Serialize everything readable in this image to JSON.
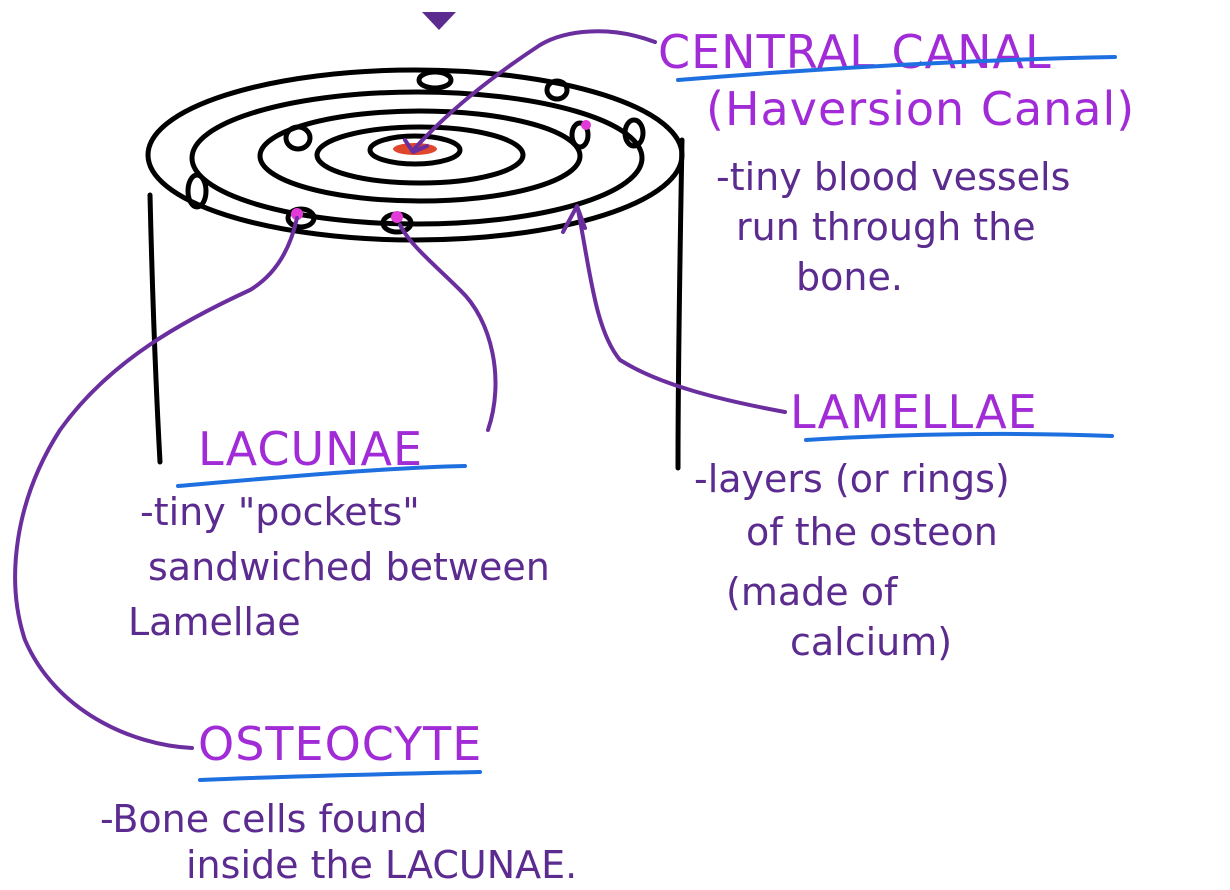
{
  "colors": {
    "ink": "#000000",
    "heading": "#a12bd6",
    "note": "#5b2b8f",
    "leader": "#6a2e9e",
    "underline": "#1e6fe0",
    "dot": "#e23ad8",
    "canal_fill": "#e0462c"
  },
  "labels": {
    "central_canal": {
      "title": "CENTRAL CANAL",
      "subtitle": "(Haversion Canal)",
      "lines": [
        "-tiny blood vessels",
        "run through the",
        "bone."
      ]
    },
    "lamellae": {
      "title": "LAMELLAE",
      "lines": [
        "-layers (or rings)",
        "of the osteon",
        "(made of",
        "calcium)"
      ]
    },
    "lacunae": {
      "title": "LACUNAE",
      "lines": [
        "-tiny \"pockets\"",
        "sandwiched between",
        "Lamellae"
      ]
    },
    "osteocyte": {
      "title": "OSTEOCYTE",
      "lines": [
        "-Bone cells found",
        "inside the LACUNAE."
      ]
    }
  }
}
